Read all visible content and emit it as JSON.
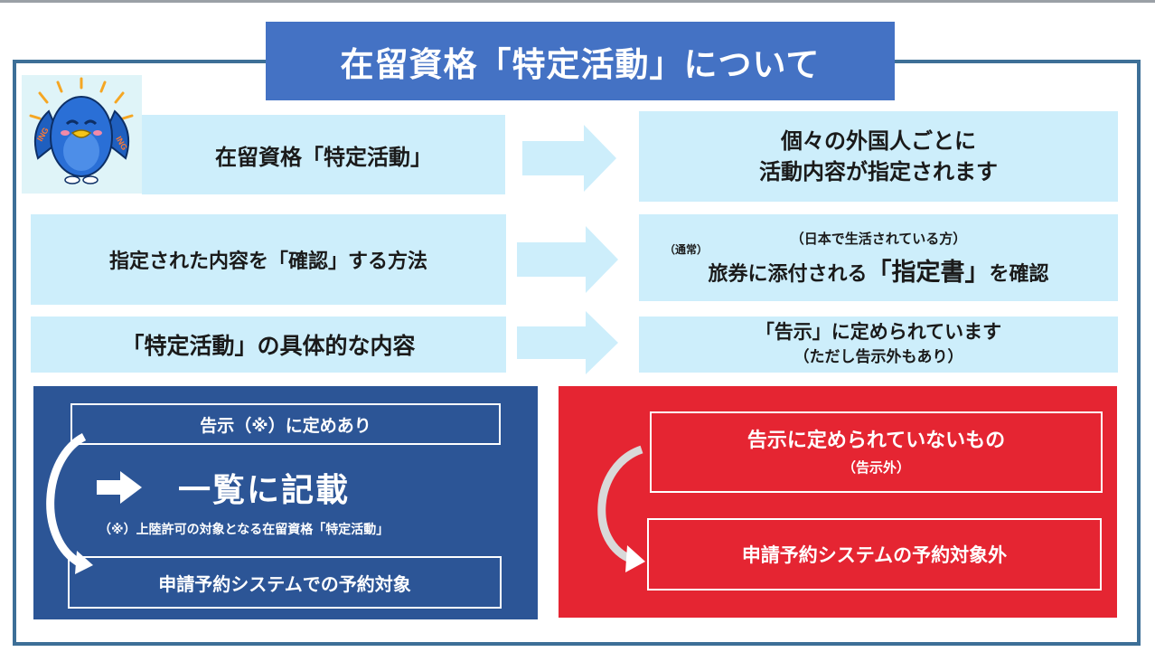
{
  "title": "在留資格「特定活動」について",
  "rows": [
    {
      "left": "在留資格「特定活動」",
      "right_lines": [
        "個々の外国人ごとに",
        "活動内容が指定されます"
      ]
    },
    {
      "left": "指定された内容を「確認」する方法",
      "note_small": "（通常）",
      "note_paren": "（日本で生活されている方）",
      "right_pre": "旅券に添付される",
      "right_emph": "「指定書」",
      "right_post": "を確認"
    },
    {
      "left": "「特定活動」の具体的な内容",
      "right_lines": [
        "「告示」に定められています",
        "（ただし告示外もあり）"
      ]
    }
  ],
  "blue_panel": {
    "top_box": "告示（※）に定めあり",
    "main_text": "一覧に記載",
    "note": "（※）上陸許可の対象となる在留資格「特定活動」",
    "bottom_box": "申請予約システムでの予約対象"
  },
  "red_panel": {
    "top_box_line1": "告示に定められていないもの",
    "top_box_line2": "（告示外）",
    "bottom_box": "申請予約システムの予約対象外"
  },
  "mascot_badge": "ING",
  "colors": {
    "title_bg": "#4472c4",
    "box_bg": "#cdeefb",
    "blue_panel": "#2c5596",
    "red_panel": "#e52532",
    "frame": "#3d6f97"
  }
}
